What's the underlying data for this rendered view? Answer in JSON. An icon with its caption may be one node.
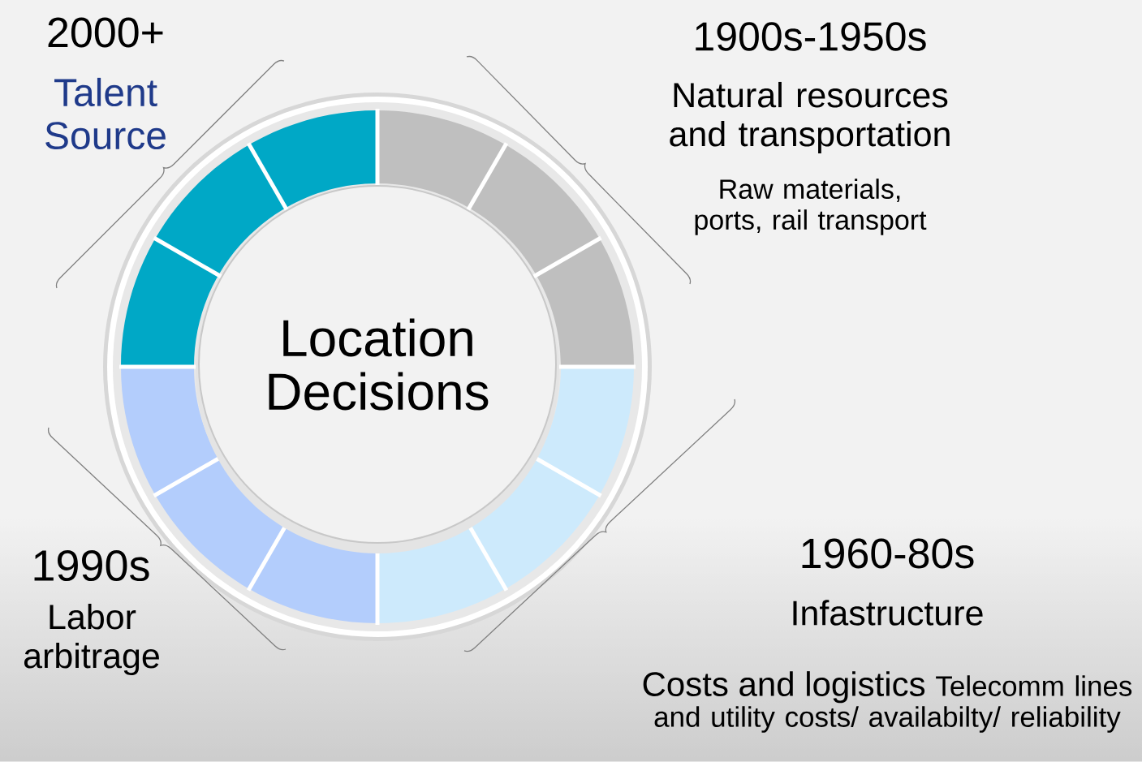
{
  "diagram": {
    "nodes": [
      {
        "text": [
          "Location Decisions"
        ]
      }
    ],
    "labels": [
      "2000+",
      "Talent Source",
      "1900s-1950s",
      "Natural resources and transportation",
      "Raw materials, ports, rail transport",
      "1990s",
      "Labor arbitrage",
      "1960-80s",
      "Infastructure",
      "Costs and logistics",
      "Telecomm lines and utility costs/ availabilty/ reliability"
    ]
  }
}
